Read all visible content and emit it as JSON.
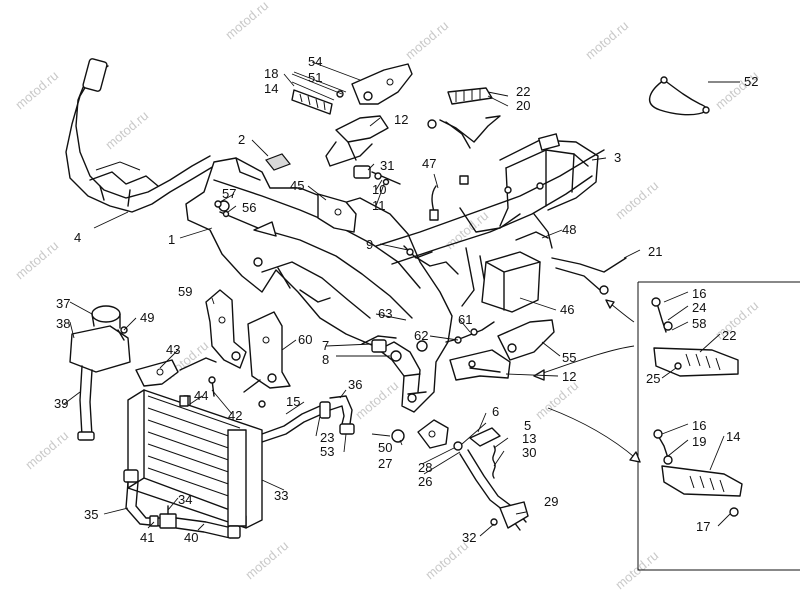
{
  "watermark": "motod.ru",
  "callouts": {
    "c1": "1",
    "c2": "2",
    "c3": "3",
    "c4": "4",
    "c5": "5",
    "c6": "6",
    "c7": "7",
    "c8": "8",
    "c9": "9",
    "c10": "10",
    "c11": "11",
    "c12a": "12",
    "c12b": "12",
    "c13": "13",
    "c14a": "14",
    "c14b": "14",
    "c15": "15",
    "c16a": "16",
    "c16b": "16",
    "c17": "17",
    "c18": "18",
    "c19": "19",
    "c20": "20",
    "c21": "21",
    "c22a": "22",
    "c22b": "22",
    "c23": "23",
    "c24": "24",
    "c25": "25",
    "c26": "26",
    "c27": "27",
    "c28": "28",
    "c29": "29",
    "c30": "30",
    "c31": "31",
    "c32": "32",
    "c33": "33",
    "c34": "34",
    "c35": "35",
    "c36": "36",
    "c37": "37",
    "c38": "38",
    "c39": "39",
    "c40": "40",
    "c41": "41",
    "c42": "42",
    "c43": "43",
    "c44": "44",
    "c45": "45",
    "c46": "46",
    "c47": "47",
    "c48": "48",
    "c49": "49",
    "c50": "50",
    "c51": "51",
    "c52": "52",
    "c53": "53",
    "c54": "54",
    "c55": "55",
    "c56": "56",
    "c57": "57",
    "c58": "58",
    "c59": "59",
    "c60": "60",
    "c61": "61",
    "c62": "62",
    "c63": "63"
  }
}
